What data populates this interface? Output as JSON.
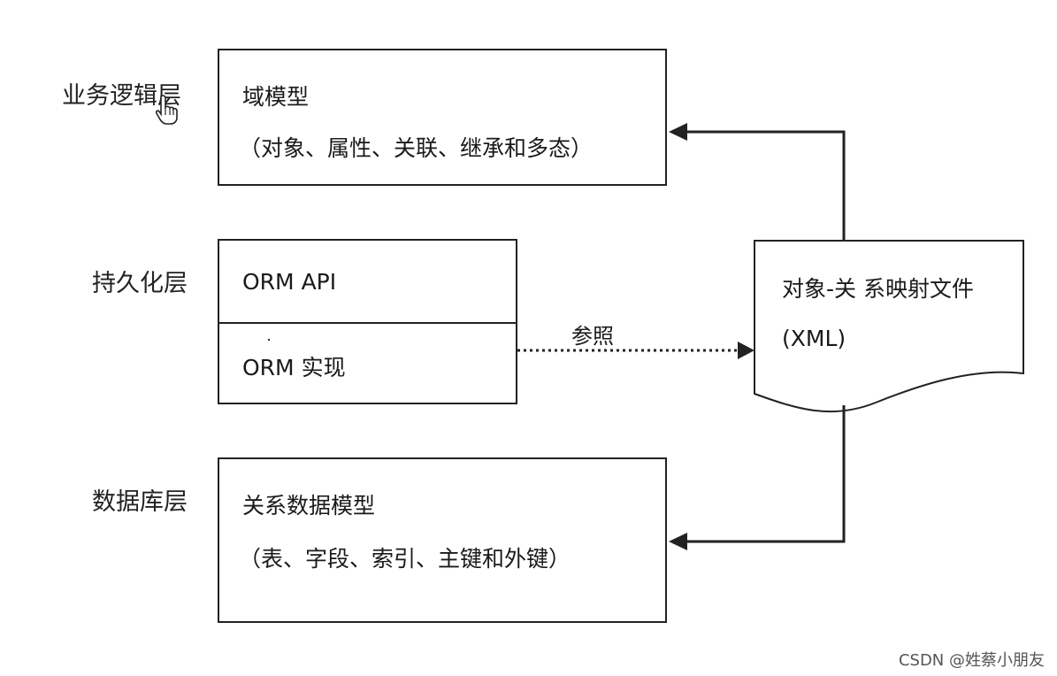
{
  "layers": {
    "business": "业务逻辑层",
    "persistence": "持久化层",
    "database": "数据库层"
  },
  "domain_model": {
    "title": "域模型",
    "detail": "（对象、属性、关联、继承和多态）"
  },
  "orm": {
    "api": "ORM API",
    "impl": "ORM 实现"
  },
  "mapping_file": {
    "title": "对象-关 系映射文件",
    "format": "(XML)"
  },
  "reference_label": "参照",
  "relational_model": {
    "title": "关系数据模型",
    "detail": "（表、字段、索引、主键和外键）"
  },
  "watermark": "CSDN @姓蔡小朋友",
  "colors": {
    "line": "#222222",
    "background": "#ffffff"
  },
  "icons": [
    "hand-pointer-icon"
  ]
}
